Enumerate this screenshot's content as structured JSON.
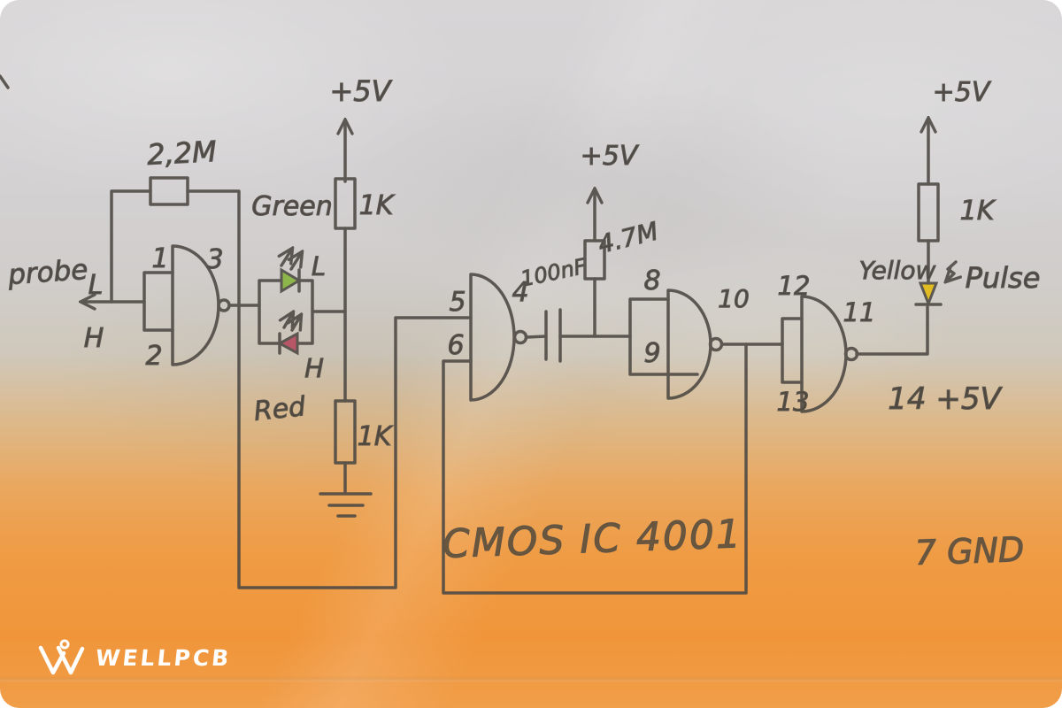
{
  "brand": {
    "logo_text": "WELLPCB"
  },
  "colors": {
    "paper_gray": "#d3d1d2",
    "paper_orange": "#f0953a",
    "pencil": "#4f4a44",
    "ink": "#3f3a35",
    "led_green": "#86b43d",
    "led_red": "#b44a5e",
    "led_yellow": "#e2b90f",
    "brand_white": "#ffffff"
  },
  "schematic": {
    "ic_label": "CMOS IC 4001",
    "power_pin_label": "14 +5V",
    "ground_pin_label": "7 GND",
    "probe": {
      "label": "probe",
      "low": "L",
      "high": "H"
    },
    "supplies": {
      "left": "+5V",
      "middle": "+5V",
      "right": "+5V"
    },
    "resistors": {
      "feedback": "2,2M",
      "led_pullup": "1K",
      "led_pulldown": "1K",
      "timing": "4.7M",
      "pulse_pullup": "1K"
    },
    "capacitor": {
      "value": "100nF"
    },
    "leds": {
      "green": {
        "name": "Green",
        "state": "L"
      },
      "red": {
        "name": "Red",
        "state": "H"
      },
      "yellow": {
        "name": "Yellow",
        "signal": "Pulse"
      }
    },
    "gates": {
      "g1": {
        "in1": "1",
        "in2": "2",
        "out": "3"
      },
      "g2": {
        "in1": "5",
        "in2": "6",
        "out": "4"
      },
      "g3": {
        "in1": "8",
        "in2": "9",
        "out": "10"
      },
      "g4": {
        "in1": "12",
        "in2": "13",
        "out": "11"
      }
    }
  }
}
